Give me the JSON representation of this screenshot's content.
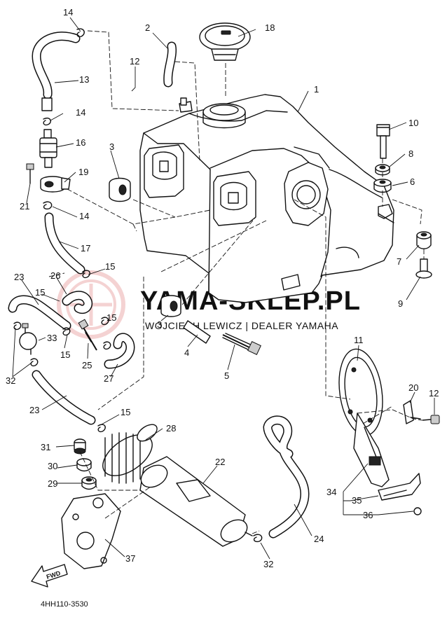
{
  "watermark": {
    "title": "YAMA-SKLEP.PL",
    "subtitle": "WOJCIECH LEWICZ | DEALER YAMAHA"
  },
  "diagram_code": "4HH110-3530",
  "direction_arrow": "FWD",
  "callouts": [
    "14",
    "2",
    "18",
    "12",
    "13",
    "1",
    "14",
    "10",
    "16",
    "3",
    "8",
    "19",
    "6",
    "21",
    "14",
    "17",
    "7",
    "15",
    "23",
    "26",
    "9",
    "15",
    "15",
    "3",
    "4",
    "5",
    "33",
    "15",
    "25",
    "27",
    "32",
    "11",
    "20",
    "12",
    "23",
    "15",
    "28",
    "31",
    "22",
    "30",
    "29",
    "34",
    "35",
    "36",
    "24",
    "37",
    "32"
  ]
}
